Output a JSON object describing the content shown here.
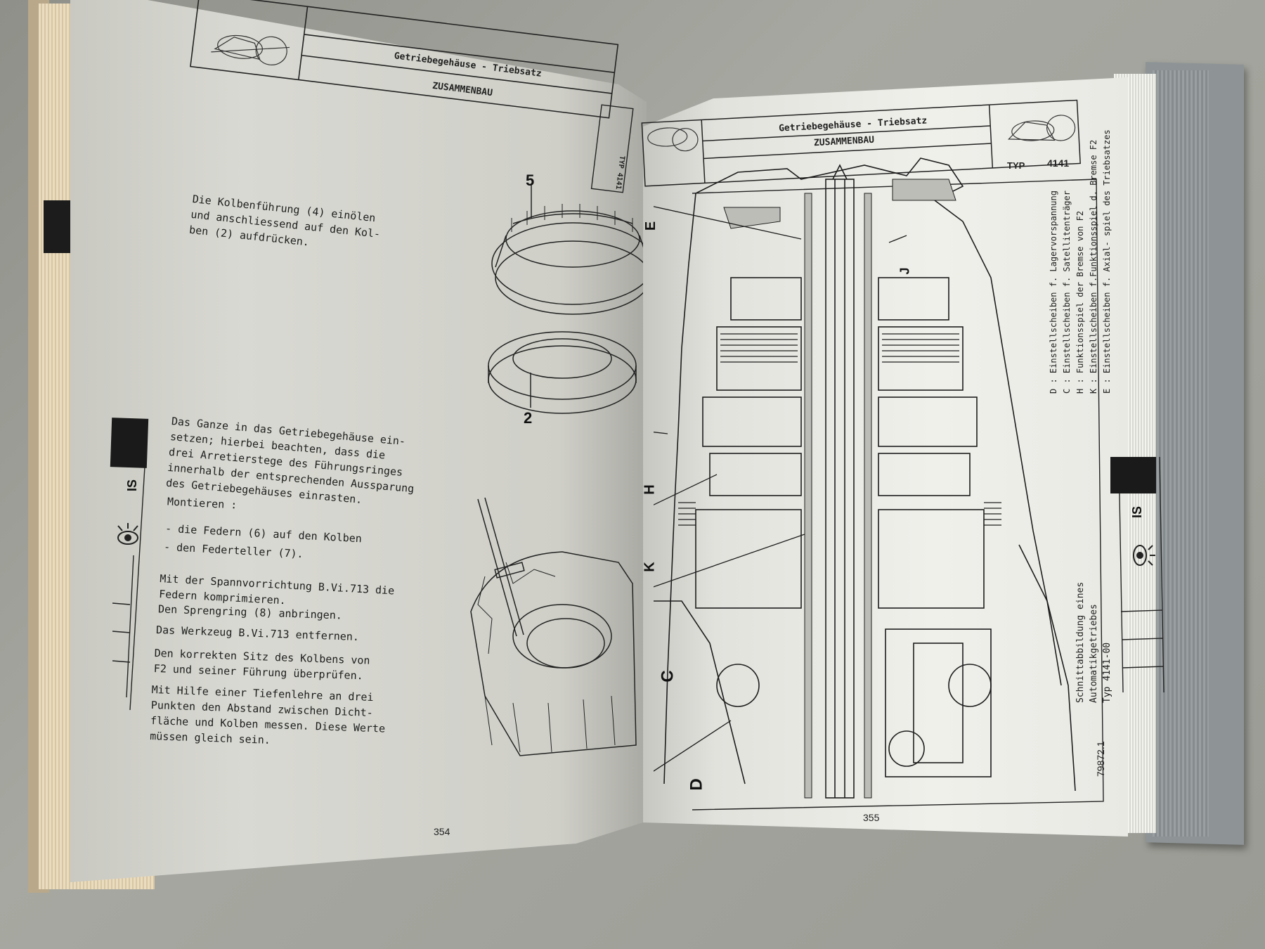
{
  "left_page": {
    "header_title": "Getriebegehäuse - Triebsatz",
    "header_subtitle": "ZUSAMMENBAU",
    "side_typ": "TYP 4141",
    "step1_lines": [
      "Die Kolbenführung (4) einölen",
      "und anschliessend auf den Kol-",
      "ben (2) aufdrücken."
    ],
    "callout_5": "5",
    "callout_2": "2",
    "step2_lines": [
      "Das Ganze in das Getriebegehäuse ein-",
      "setzen; hierbei beachten, dass die",
      "drei Arretierstege des Führungsringes",
      "innerhalb der entsprechenden Aussparung",
      "des Getriebegehäuses einrasten."
    ],
    "montieren": "Montieren :",
    "bullet1": "- die Federn (6) auf den Kolben",
    "bullet2": "- den Federteller (7).",
    "step3_lines": [
      "Mit der Spannvorrichtung B.Vi.713 die",
      "Federn komprimieren."
    ],
    "step4": "Den Sprengring (8) anbringen.",
    "step5": "Das Werkzeug B.Vi.713 entfernen.",
    "step6_lines": [
      "Den korrekten Sitz des Kolbens von",
      "F2 und seiner Führung überprüfen."
    ],
    "step7_lines": [
      "Mit Hilfe einer Tiefenlehre an drei",
      "Punkten den Abstand zwischen Dicht-",
      "fläche und Kolben messen. Diese Werte",
      "müssen gleich sein."
    ],
    "side_tab": "IS",
    "page_number": "354"
  },
  "right_page": {
    "header_title": "Getriebegehäuse - Triebsatz",
    "header_subtitle": "ZUSAMMENBAU",
    "typ_label": "TYP",
    "typ_value": "4141",
    "legend": [
      "D : Einstellscheiben f. Lagervorspannung",
      "C : Einstellscheiben f. Satellitenträger",
      "H : Funktionsspiel der Bremse von F2",
      "K : Einstellscheiben f.Funktionsspiel d. Bremse F2",
      "E : Einstellscheiben f. Axial- spiel des Triebsatzes"
    ],
    "caption_lines": [
      "Schnittabbildung eines",
      "Automatikgetriebes",
      "Typ 4141-00"
    ],
    "figure_number": "79872.1",
    "labels": {
      "E": "E",
      "J": "J",
      "H": "H",
      "K": "K",
      "C": "C",
      "D": "D"
    },
    "side_tab": "IS",
    "page_number": "355"
  },
  "colors": {
    "paper": "#e9e9e4",
    "ink": "#1d1d1d",
    "background": "#9a9b94"
  }
}
